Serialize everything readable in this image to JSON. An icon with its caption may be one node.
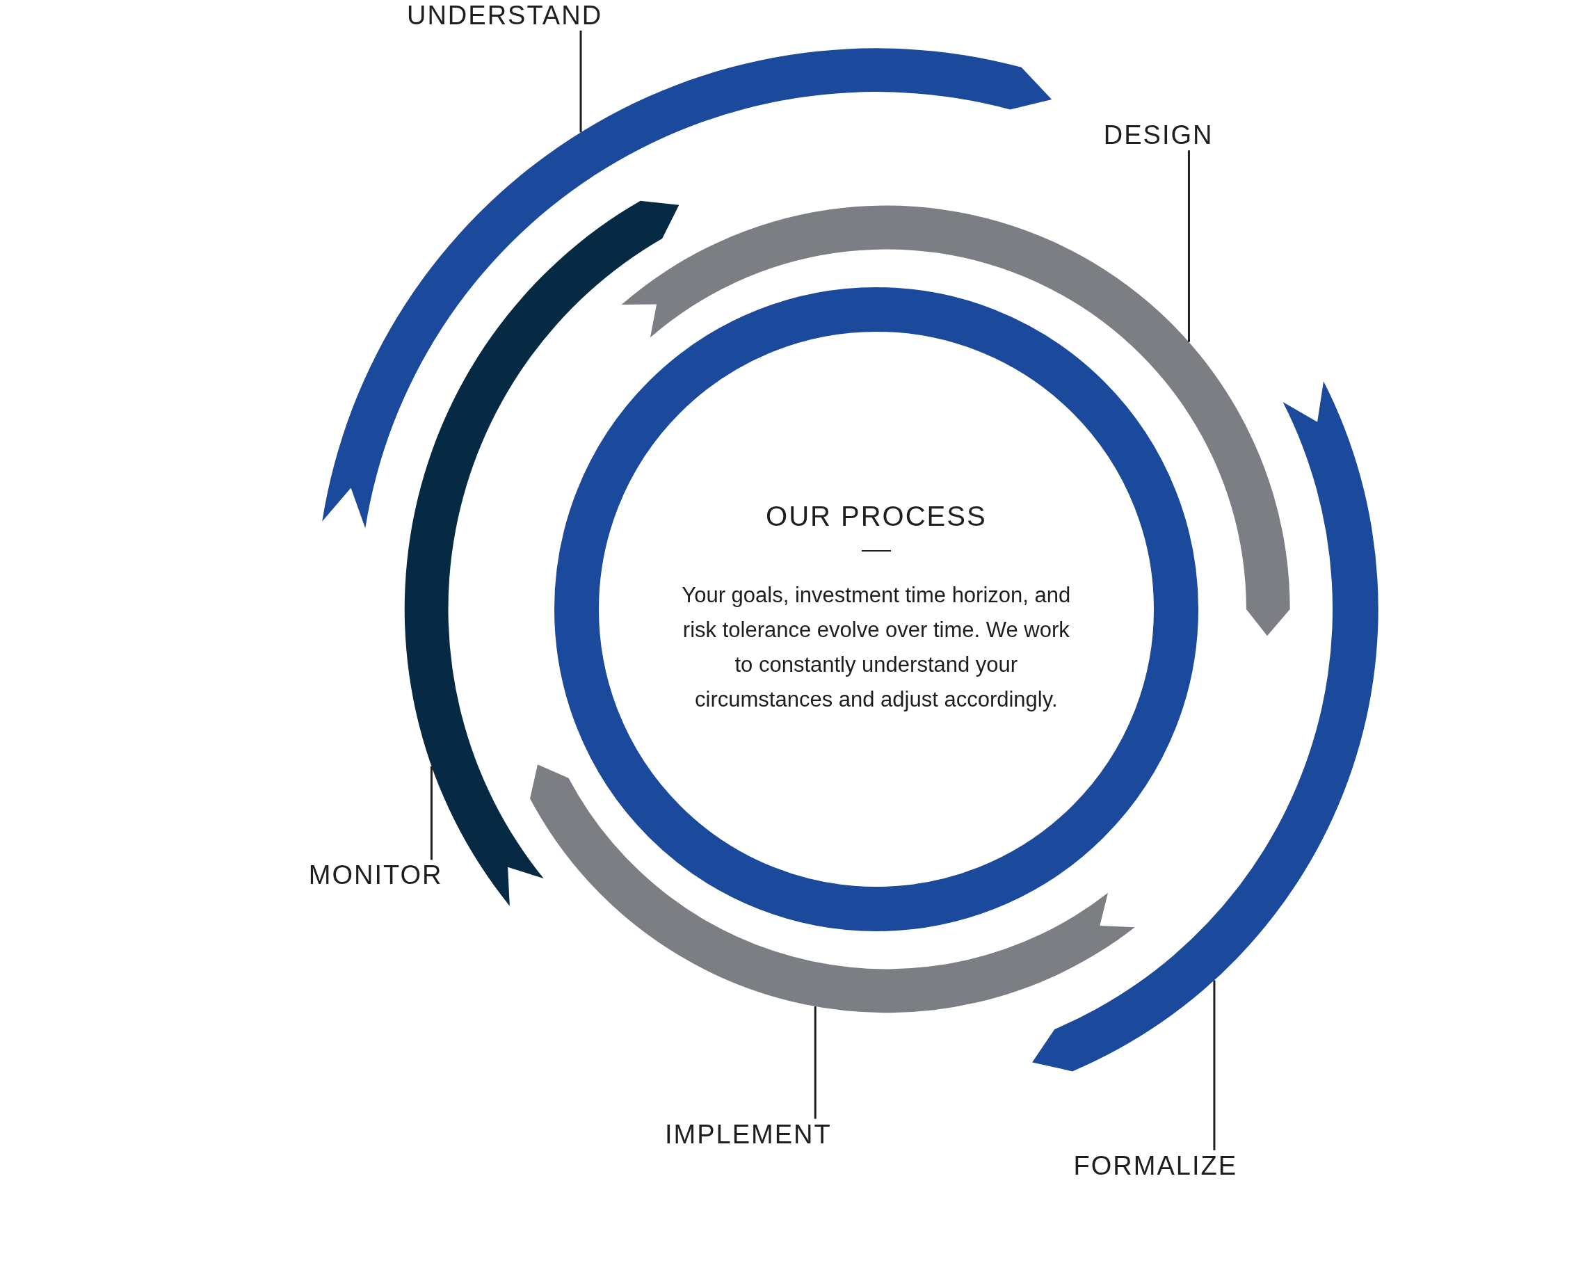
{
  "diagram": {
    "nodes": [
      {
        "text": [
          "OUR PROCESS",
          "Your goals, investment time horizon, and risk tolerance evolve over time. We work to constantly understand your circumstances and adjust accordingly."
        ]
      },
      {
        "text": [
          "UNDERSTAND"
        ]
      },
      {
        "text": [],
        "shape": "arrow"
      },
      {
        "text": [
          "MONITOR"
        ]
      },
      {
        "text": [],
        "shape": "arrow"
      },
      {
        "text": [
          "DESIGN"
        ]
      },
      {
        "text": [],
        "shape": "arrow"
      },
      {
        "text": [
          "FORMALIZE"
        ]
      },
      {
        "text": [],
        "shape": "arrow"
      },
      {
        "text": [
          "IMPLEMENT"
        ]
      },
      {
        "text": [],
        "shape": "arrow"
      }
    ],
    "edges": [
      {
        "from": 1,
        "to": 2,
        "arrow": "none"
      },
      {
        "from": 3,
        "to": 4,
        "arrow": "none"
      },
      {
        "from": 5,
        "to": 6,
        "arrow": "none"
      },
      {
        "from": 7,
        "to": 8,
        "arrow": "none"
      },
      {
        "from": 9,
        "to": 10,
        "arrow": "none"
      }
    ]
  }
}
